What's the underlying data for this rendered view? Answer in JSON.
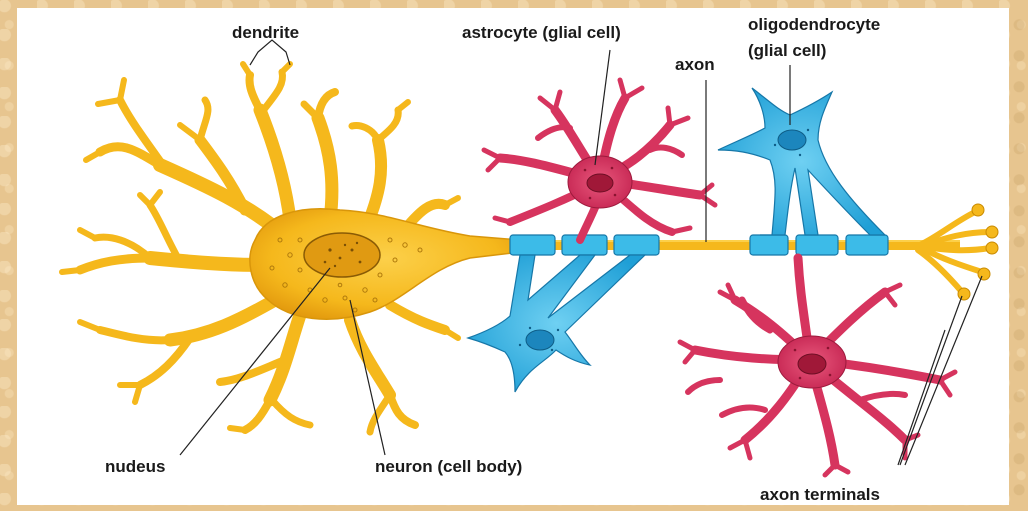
{
  "labels": {
    "dendrite": "dendrite",
    "astrocyte": "astrocyte (glial cell)",
    "oligodendrocyte_line1": "oligodendrocyte",
    "oligodendrocyte_line2": "(glial cell)",
    "axon": "axon",
    "nucleus": "nudeus",
    "cell_body": "neuron (cell body)",
    "axon_terminals": "axon terminals"
  },
  "colors": {
    "neuron": "#f5b81c",
    "neuron_outline": "#c98a00",
    "neuron_body_shade": "#e89e10",
    "astrocyte": "#d6345e",
    "astrocyte_outline": "#9c1a3c",
    "oligodendrocyte": "#2fb4e6",
    "oligodendrocyte_outline": "#1677a8",
    "background": "#e7c58f"
  }
}
